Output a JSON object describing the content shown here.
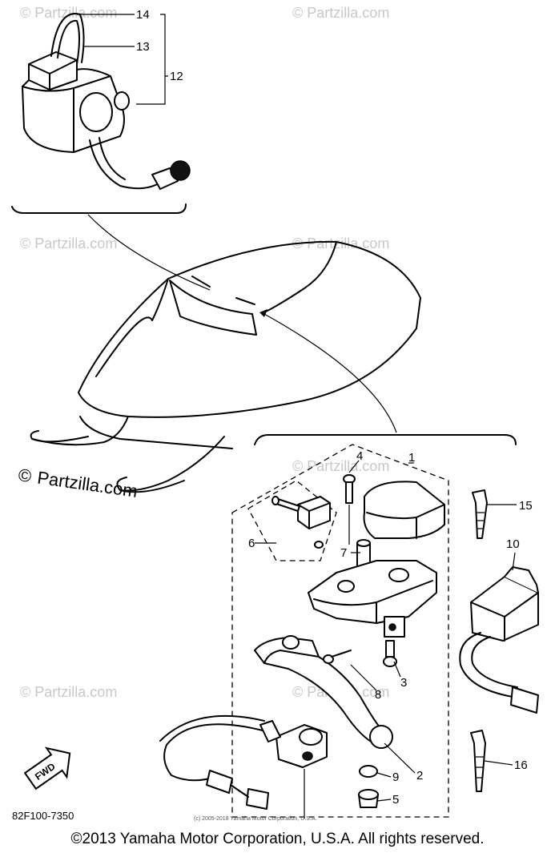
{
  "watermarks": {
    "site": "Partzilla.com",
    "symbol": "©"
  },
  "callouts": {
    "c1": "1",
    "c2": "2",
    "c3": "3",
    "c4": "4",
    "c5": "5",
    "c6": "6",
    "c7": "7",
    "c8": "8",
    "c9": "9",
    "c10": "10",
    "c12": "12",
    "c13": "13",
    "c14": "14",
    "c15": "15",
    "c16": "16"
  },
  "fwd_label": "FWD",
  "diagram_code": "82F100-7350",
  "small_notice": "(c) 2005-2018 Yamaha Motor Corporation, U.S.A.",
  "copyright": "©2013 Yamaha Motor Corporation, U.S.A. All rights reserved."
}
